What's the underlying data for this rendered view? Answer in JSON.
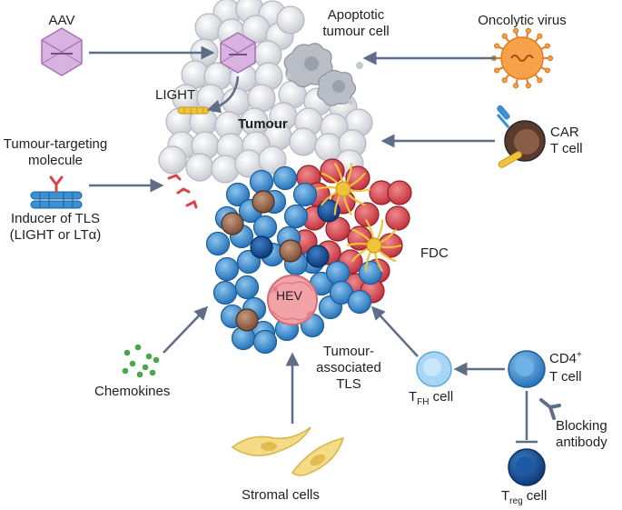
{
  "labels": {
    "aav": "AAV",
    "apoptotic": [
      "Apoptotic",
      "tumour cell"
    ],
    "oncolytic": "Oncolytic virus",
    "light": "LIGHT",
    "tumour": "Tumour",
    "car": [
      "CAR",
      "T cell"
    ],
    "targeting": [
      "Tumour-targeting",
      "molecule"
    ],
    "inducer": [
      "Inducer of TLS",
      "(LIGHT or LTα)"
    ],
    "fdc": "FDC",
    "hev": "HEV",
    "tls": [
      "Tumour-",
      "associated",
      "TLS"
    ],
    "chemokines": "Chemokines",
    "tfh_main": "T",
    "tfh_sub": "FH",
    "tfh_rest": " cell",
    "cd4_main": "CD4",
    "cd4_sup": "+",
    "cd4_line2": "T cell",
    "blocking": [
      "Blocking",
      "antibody"
    ],
    "treg_main": "T",
    "treg_sub": "reg",
    "treg_rest": " cell",
    "stromal": "Stromal cells"
  },
  "colors": {
    "arrow": "#5d6e86",
    "tumour_cell": "#e6e8ec",
    "b_cell": "#3b8fd3",
    "t_cell_zone": "#d9434c",
    "fdc": "#f0c33b",
    "hev": "#f3a3a8",
    "aav": "#c99bd3",
    "oncolytic": "#f7a24a",
    "stromal": "#f4dc86",
    "chemokine": "#49a749",
    "tfh": "#a8d5f3",
    "treg": "#154f96"
  }
}
